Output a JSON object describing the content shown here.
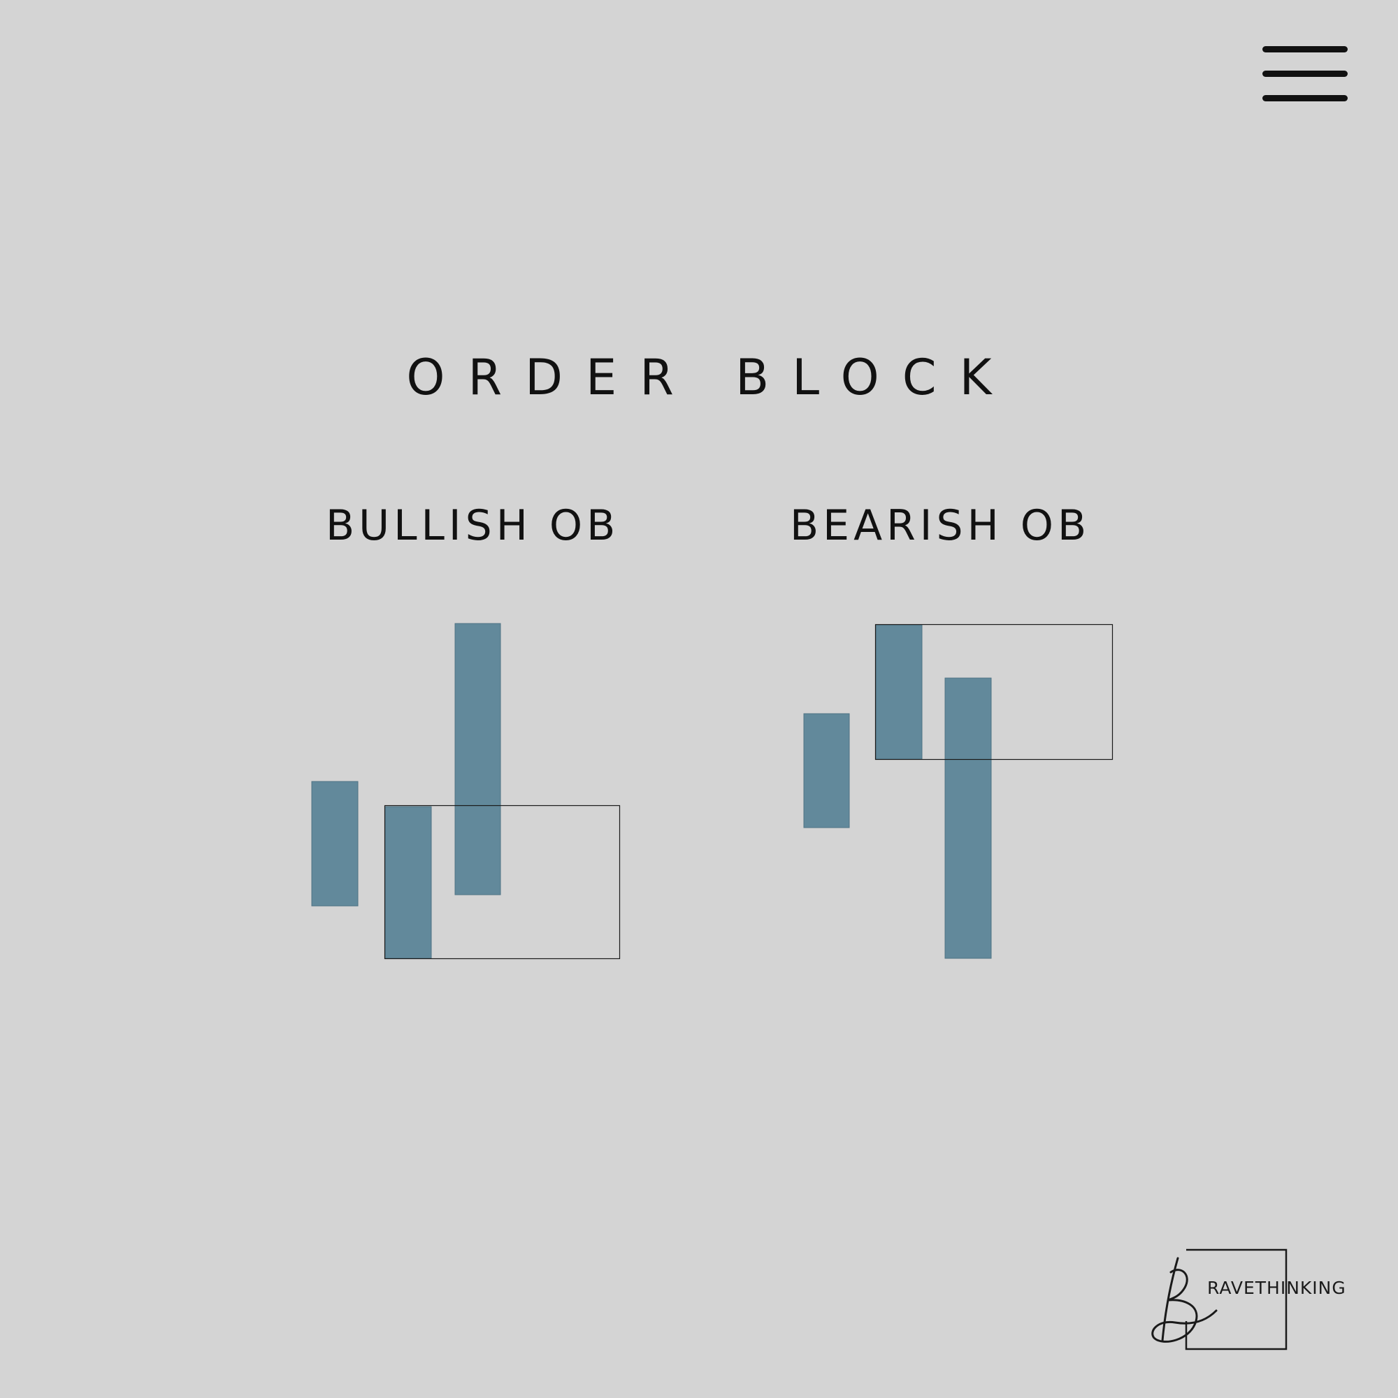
{
  "header": {
    "menu_icon": "hamburger-menu-icon"
  },
  "title": "ORDER BLOCK",
  "sections": [
    {
      "heading": "BULLISH OB"
    },
    {
      "heading": "BEARISH OB"
    }
  ],
  "colors": {
    "background": "#d4d4d4",
    "candle": "#62899b",
    "outline": "#1a1a1a",
    "text": "#111111"
  },
  "logo": {
    "text": "RAVETHINKING",
    "script_letter": "B"
  }
}
